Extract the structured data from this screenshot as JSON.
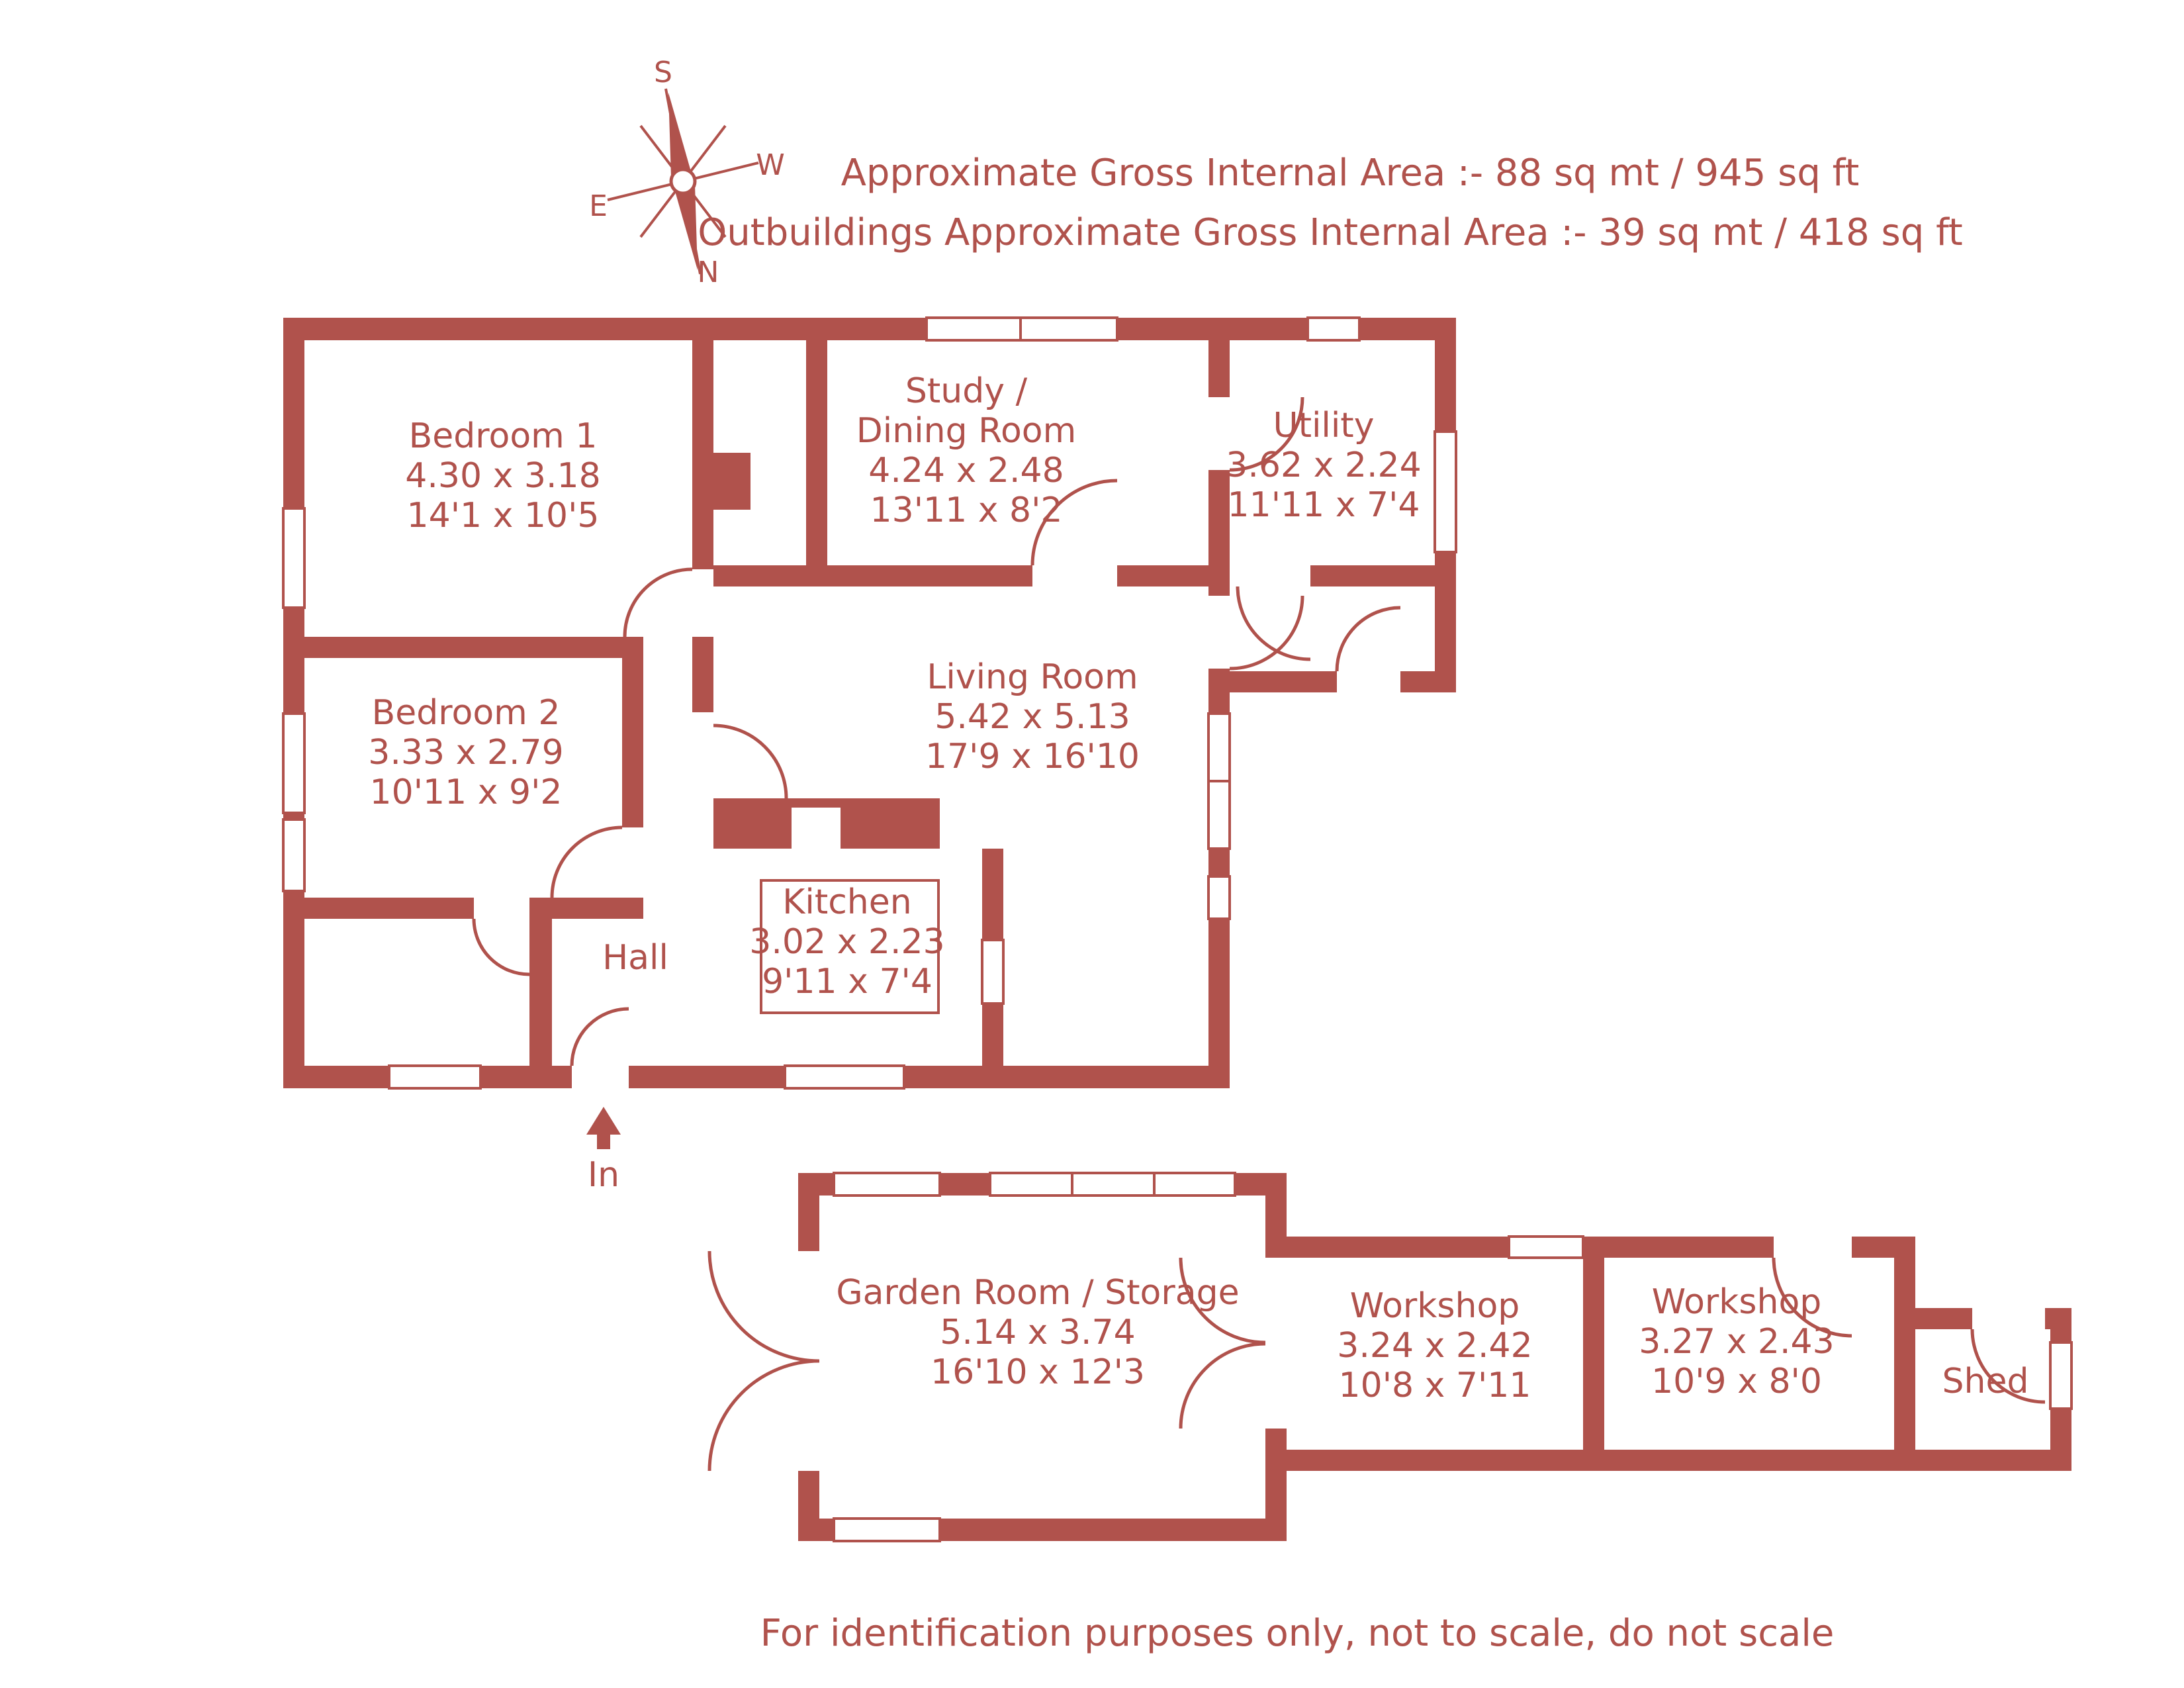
{
  "header": {
    "line1": "Approximate Gross Internal Area  :-    88 sq mt /  945 sq ft",
    "line2": "Outbuildings Approximate Gross Internal Area  :-   39 sq mt /  418 sq ft"
  },
  "compass": {
    "n": "N",
    "s": "S",
    "e": "E",
    "w": "W"
  },
  "entrance": {
    "label": "In"
  },
  "rooms": {
    "bedroom1": {
      "lines": [
        "Bedroom 1",
        "4.30 x 3.18",
        "14'1 x 10'5"
      ]
    },
    "bedroom2": {
      "lines": [
        "Bedroom 2",
        "3.33 x 2.79",
        "10'11 x 9'2"
      ]
    },
    "study": {
      "lines": [
        "Study /",
        "Dining Room",
        "4.24 x 2.48",
        "13'11 x 8'2"
      ]
    },
    "utility": {
      "lines": [
        "Utility",
        "3.62 x 2.24",
        "11'11 x 7'4"
      ]
    },
    "living": {
      "lines": [
        "Living Room",
        "5.42 x 5.13",
        "17'9 x 16'10"
      ]
    },
    "kitchen": {
      "lines": [
        "Kitchen",
        "3.02 x 2.23",
        "9'11 x 7'4"
      ]
    },
    "hall": {
      "lines": [
        "Hall"
      ]
    },
    "garden_room": {
      "lines": [
        "Garden Room / Storage",
        "5.14 x 3.74",
        "16'10 x 12'3"
      ]
    },
    "workshop1": {
      "lines": [
        "Workshop",
        "3.24 x 2.42",
        "10'8 x 7'11"
      ]
    },
    "workshop2": {
      "lines": [
        "Workshop",
        "3.27 x 2.43",
        "10'9 x 8'0"
      ]
    },
    "shed": {
      "lines": [
        "Shed"
      ]
    }
  },
  "footer": {
    "disclaimer": "For identification purposes only, not to scale, do not scale"
  },
  "colors": {
    "plan": "#B0524C",
    "background": "#FFFFFF"
  }
}
